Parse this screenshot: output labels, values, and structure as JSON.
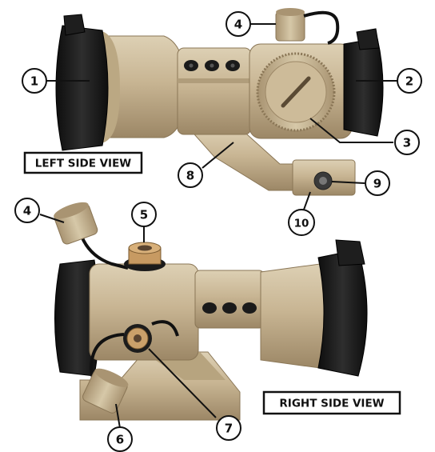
{
  "views": {
    "left_label": "LEFT SIDE VIEW",
    "right_label": "RIGHT SIDE VIEW"
  },
  "callouts": [
    "1",
    "2",
    "3",
    "4",
    "8",
    "9",
    "10",
    "4",
    "5",
    "7",
    "6"
  ],
  "colors": {
    "body": "#c8b593",
    "body_dark": "#a99472",
    "body_light": "#ddd0b4",
    "rubber": "#1b1b1b",
    "ink": "#111111"
  }
}
